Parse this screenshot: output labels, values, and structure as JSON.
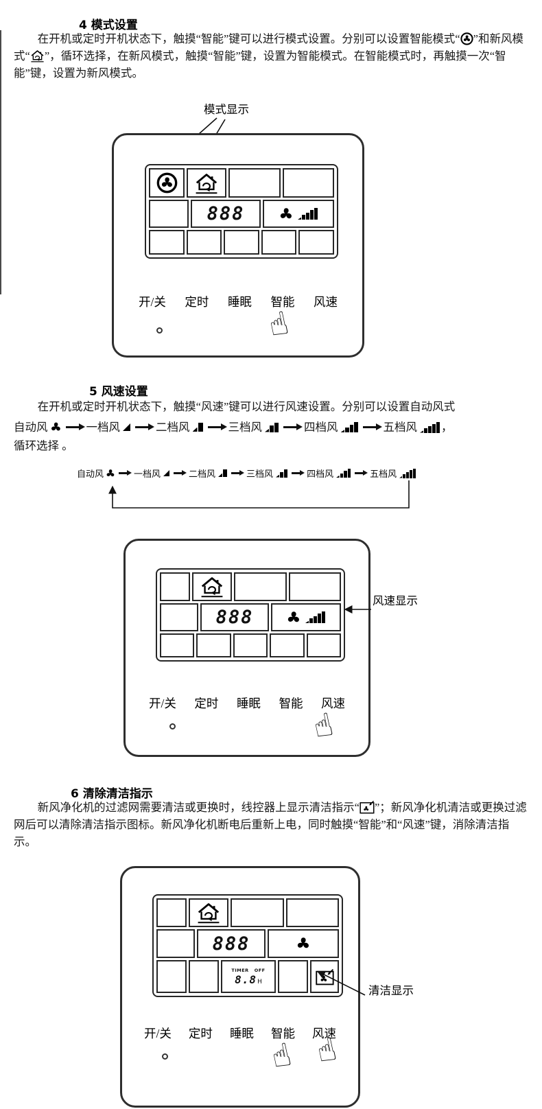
{
  "icons": {
    "hand": "☝"
  },
  "sections": {
    "mode": {
      "heading": "4 模式设置",
      "text_1": "在开机或定时开机状态下，触摸“智能”键可以进行模式设置。分别可以设置智能模式“",
      "text_2": "”和新风模式“",
      "text_3": "”，循环选择，在新风模式，触摸“智能”键，设置为智能模式。在智能模式时，再触摸一次“智能”键，设置为新风模式。",
      "callout": "模式显示"
    },
    "speed": {
      "heading": "5 风速设置",
      "text_1": "在开机或定时开机状态下，触摸“风速”键可以进行风速设置。分别可以设置自动风式",
      "comma": "，",
      "text_2": "循环选择 。",
      "sequence": [
        "自动风",
        "一档风",
        "二档风",
        "三档风",
        "四档风",
        "五档风"
      ],
      "callout": "风速显示"
    },
    "clean": {
      "heading": "6 清除清洁指示",
      "text_1": "新风净化机的过滤网需要清洁或更换时，线控器上显示清洁指示“",
      "text_2": "”；新风净化机清洁或更换过滤网后可以清除清洁指示图标。新风净化机断电后重新上电，同时触摸“智能”和“风速”键，消除清洁指示。",
      "callout": "清洁显示"
    }
  },
  "controller": {
    "buttons": [
      "开/关",
      "定时",
      "睡眠",
      "智能",
      "风速"
    ],
    "digits": "888",
    "timer": {
      "timer_label": "TIMER",
      "off_label": "OFF",
      "value": "8.8",
      "unit": "H"
    }
  }
}
